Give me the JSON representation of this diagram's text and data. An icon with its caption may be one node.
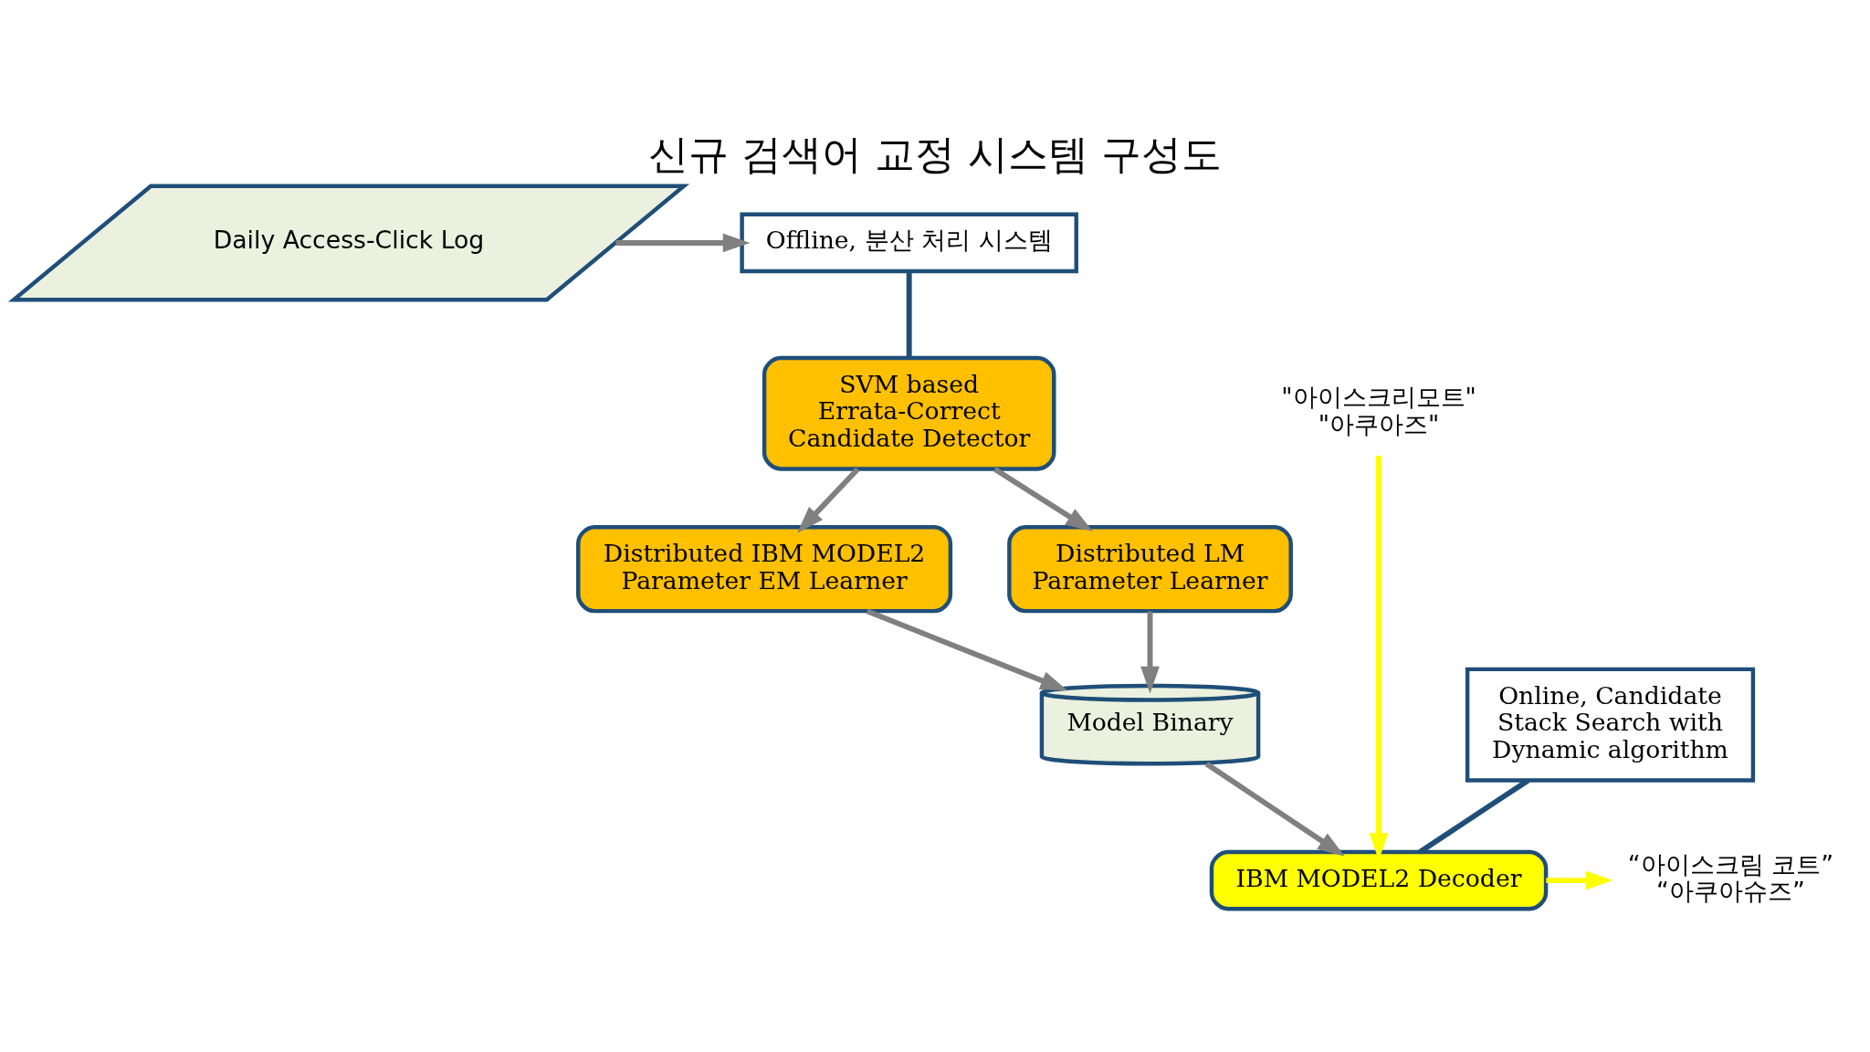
{
  "diagram": {
    "title": "신규 검색어 교정 시스템 구성도",
    "nodes": [
      {
        "text": [
          "Offline, 분산 처리 시스템"
        ]
      },
      {
        "text": [
          "Daily Access-Click Log"
        ]
      },
      {
        "text": [
          "SVM based Errata-Correct Candidate Detector"
        ]
      },
      {
        "text": [
          "Distributed IBM MODEL2 Parameter EM Learner"
        ]
      },
      {
        "text": [
          "Distributed LM Parameter Learner"
        ]
      },
      {
        "text": [
          "Model Binary"
        ]
      },
      {
        "text": [
          "\"아이스크리모트\"",
          "\"아쿠아즈\""
        ]
      },
      {
        "text": [
          "IBM MODEL2 Decoder"
        ]
      },
      {
        "text": [
          "“아이스크림 코트”",
          "“아쿠아슈즈”"
        ]
      },
      {
        "text": [
          "Online, Candidate Stack Search with Dynamic algorithm"
        ]
      }
    ],
    "edges": [
      {
        "from": 1,
        "to": 0,
        "arrow": "to"
      },
      {
        "from": 0,
        "to": 2,
        "arrow": "none",
        "color": "#1f4e79"
      },
      {
        "from": 2,
        "to": 3,
        "arrow": "to"
      },
      {
        "from": 2,
        "to": 4,
        "arrow": "to"
      },
      {
        "from": 3,
        "to": 5,
        "arrow": "to"
      },
      {
        "from": 4,
        "to": 5,
        "arrow": "to"
      },
      {
        "from": 5,
        "to": 7,
        "arrow": "to"
      },
      {
        "from": 6,
        "to": 7,
        "arrow": "to",
        "color": "#ffff00"
      },
      {
        "from": 7,
        "to": 8,
        "arrow": "to",
        "color": "#ffff00"
      },
      {
        "from": 9,
        "to": 7,
        "arrow": "none",
        "color": "#1f4e79"
      }
    ]
  }
}
